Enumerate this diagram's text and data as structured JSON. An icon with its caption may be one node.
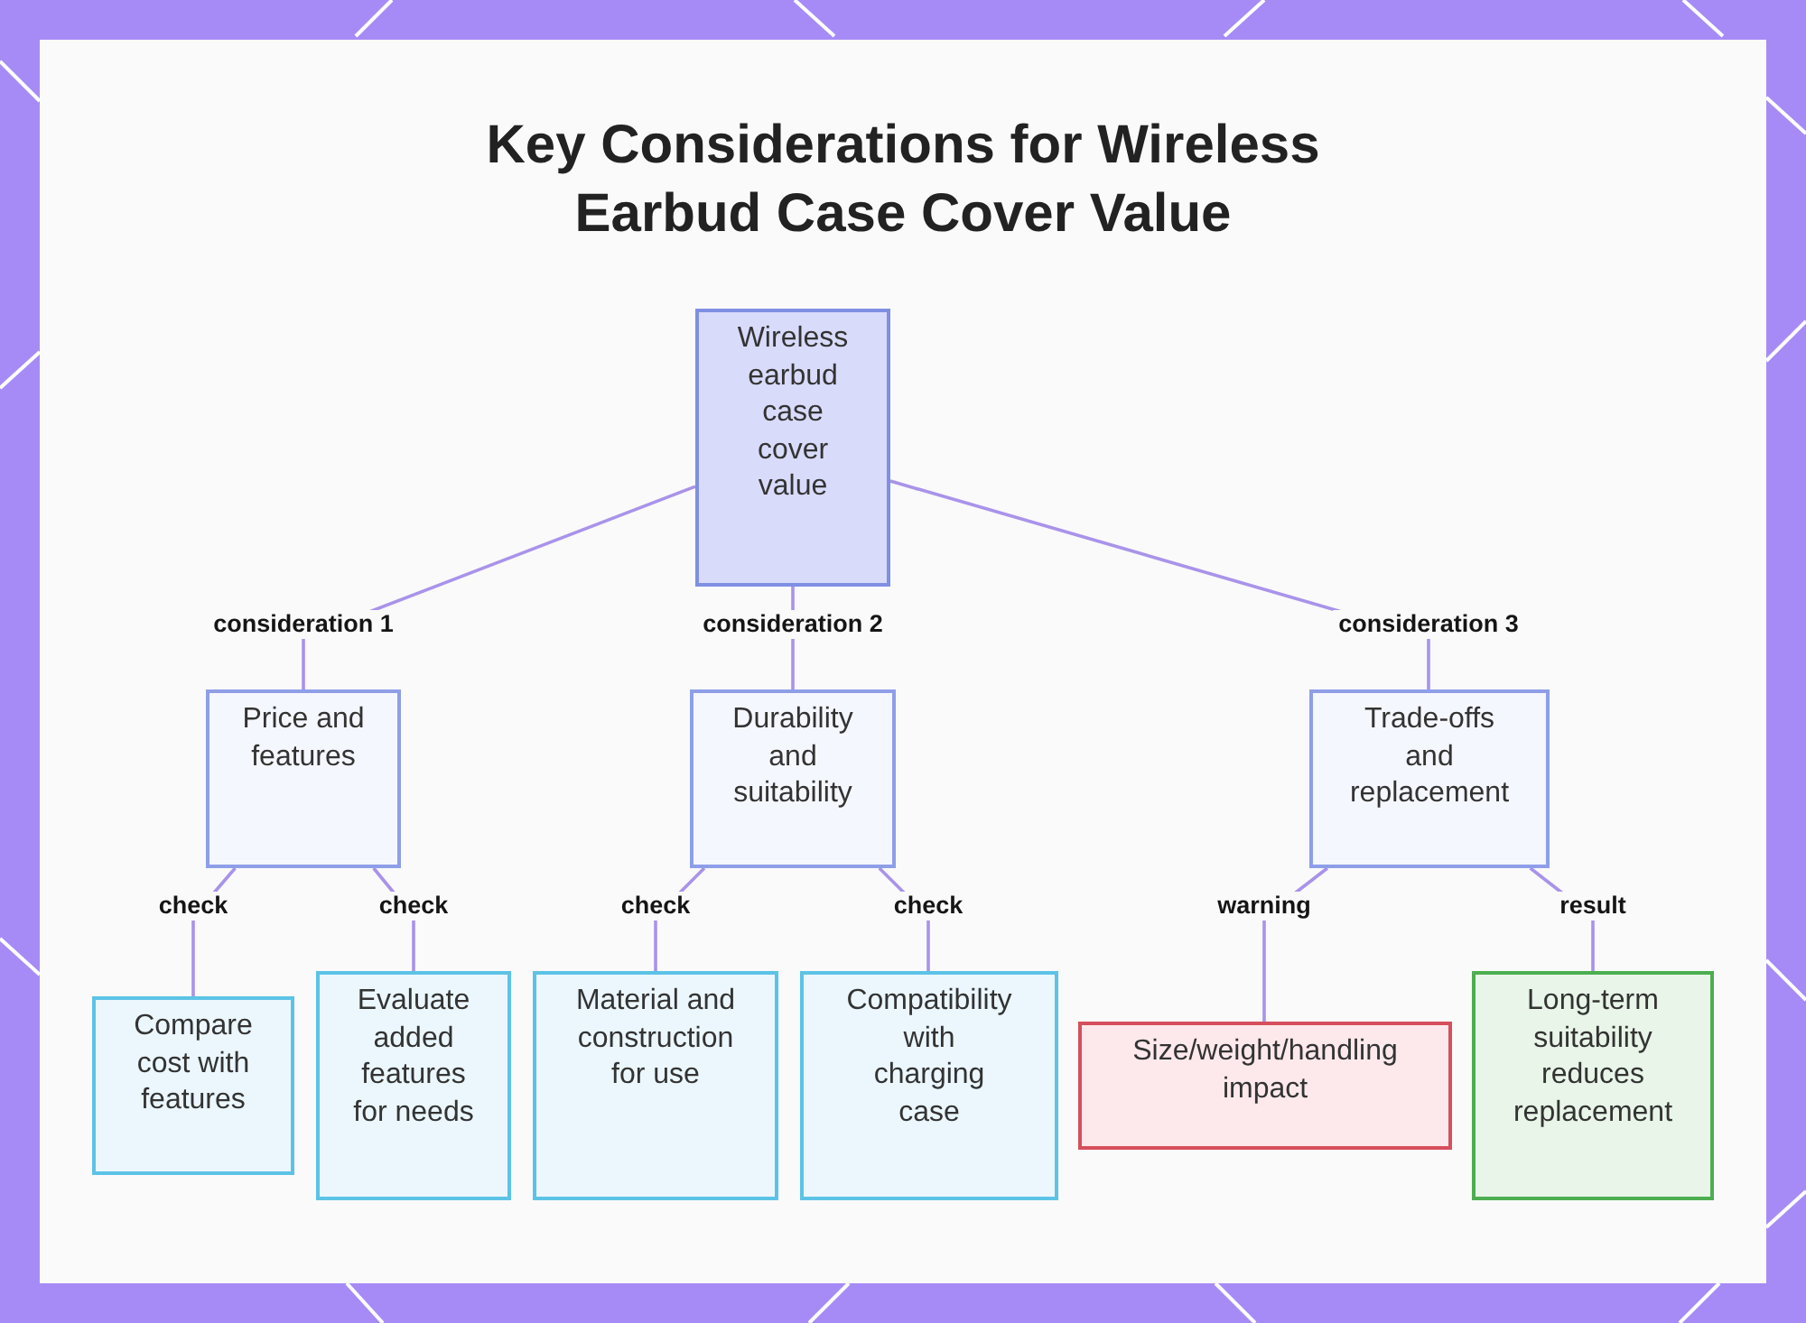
{
  "diagram": {
    "title": "Key Considerations for Wireless Earbud Case Cover Value",
    "nodes": [
      {
        "text": [
          "Wireless earbud case cover value"
        ]
      },
      {
        "text": [
          "Price and features"
        ]
      },
      {
        "text": [
          "Durability and suitability"
        ]
      },
      {
        "text": [
          "Trade-offs and replacement"
        ]
      },
      {
        "text": [
          "Compare cost with features"
        ]
      },
      {
        "text": [
          "Evaluate added features for needs"
        ]
      },
      {
        "text": [
          "Material and construction for use"
        ]
      },
      {
        "text": [
          "Compatibility with charging case"
        ]
      },
      {
        "text": [
          "Size/weight/handling impact"
        ]
      },
      {
        "text": [
          "Long-term suitability reduces replacement"
        ]
      }
    ],
    "edges": [
      {
        "from": 0,
        "to": 1,
        "arrow": "none",
        "label": "consideration 1"
      },
      {
        "from": 0,
        "to": 2,
        "arrow": "none",
        "label": "consideration 2"
      },
      {
        "from": 0,
        "to": 3,
        "arrow": "none",
        "label": "consideration 3"
      },
      {
        "from": 1,
        "to": 4,
        "arrow": "none",
        "label": "check"
      },
      {
        "from": 1,
        "to": 5,
        "arrow": "none",
        "label": "check"
      },
      {
        "from": 2,
        "to": 6,
        "arrow": "none",
        "label": "check"
      },
      {
        "from": 2,
        "to": 7,
        "arrow": "none",
        "label": "check"
      },
      {
        "from": 3,
        "to": 8,
        "arrow": "none",
        "label": "warning"
      },
      {
        "from": 3,
        "to": 9,
        "arrow": "none",
        "label": "result"
      }
    ]
  }
}
